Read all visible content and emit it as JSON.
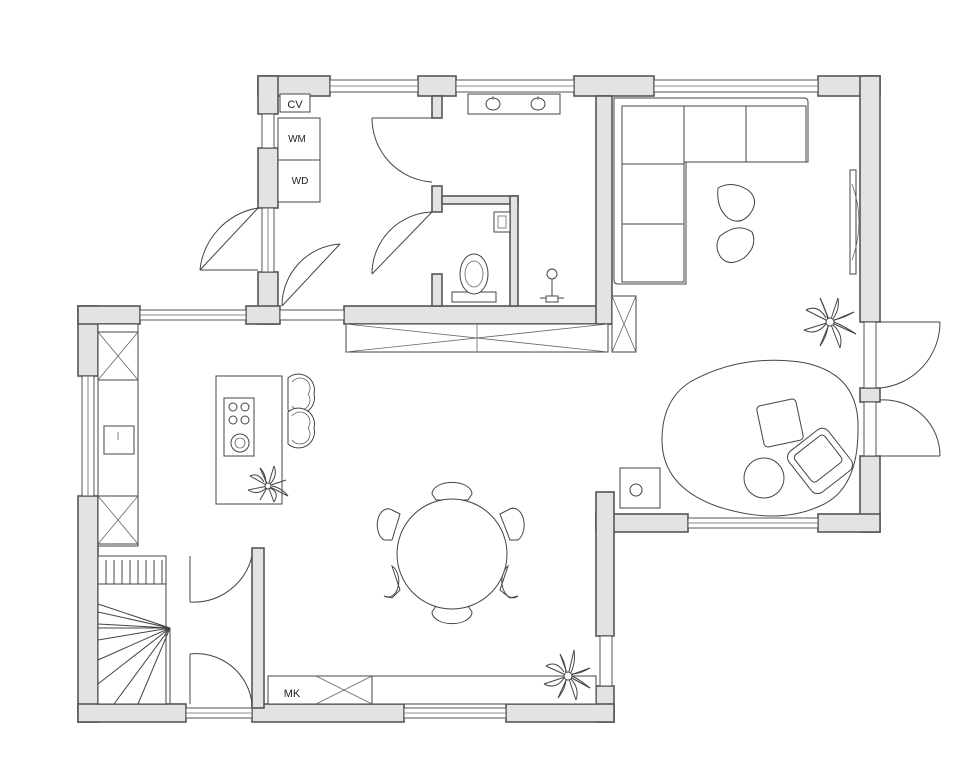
{
  "labels": {
    "cv": "CV",
    "wm": "WM",
    "wd": "WD",
    "mk": "MK"
  },
  "colors": {
    "wall_fill": "#e3e3e3",
    "wall_stroke": "#555555",
    "line": "#444444",
    "background": "#ffffff"
  },
  "icons": [
    "sofa-icon",
    "armchair-icon",
    "plant-icon",
    "toilet-icon",
    "sink-icon",
    "hob-icon",
    "shower-icon",
    "staircase-icon",
    "dining-table-icon",
    "rug-icon"
  ]
}
